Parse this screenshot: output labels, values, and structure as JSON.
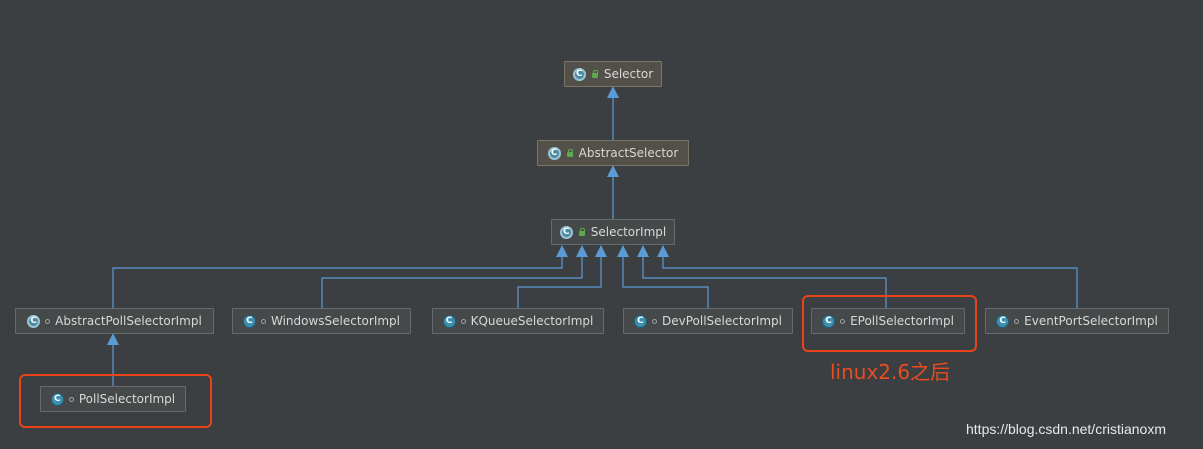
{
  "nodes": {
    "selector": "Selector",
    "abstract_selector": "AbstractSelector",
    "selector_impl": "SelectorImpl",
    "abstract_poll_selector_impl": "AbstractPollSelectorImpl",
    "windows_selector_impl": "WindowsSelectorImpl",
    "kqueue_selector_impl": "KQueueSelectorImpl",
    "devpoll_selector_impl": "DevPollSelectorImpl",
    "epoll_selector_impl": "EPollSelectorImpl",
    "eventport_selector_impl": "EventPortSelectorImpl",
    "poll_selector_impl": "PollSelectorImpl"
  },
  "class_icon_letter": "C",
  "annotation": "linux2.6之后",
  "watermark": "https://blog.csdn.net/cristianoxm",
  "colors": {
    "background": "#3c3f41",
    "edge": "#5b9bd5",
    "highlight": "#e8441a"
  },
  "icons": {
    "class": "class-c-icon",
    "abstract_class": "abstract-class-c-icon",
    "public": "public-lock-icon",
    "package_private": "package-private-circle-icon"
  }
}
